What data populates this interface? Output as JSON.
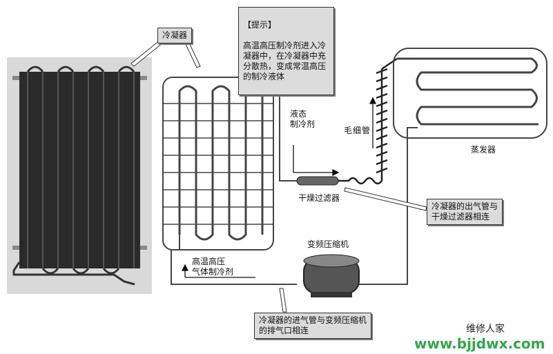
{
  "labels": {
    "condenser_photo_tag": "冷凝器",
    "hint_title": "【提示】",
    "hint_body": "高温高压制冷剂进入冷\n凝器中，在冷凝器中充\n分散热，变成常温高压\n的制冷液体",
    "liquid_refrigerant": "液态\n制冷剂",
    "capillary": "毛细管",
    "evaporator": "蒸发器",
    "filter_drier": "干燥过滤器",
    "callout_outlet": "冷凝器的出气管与\n干燥过滤器相连",
    "compressor": "变频压缩机",
    "hot_gas": "高温高压\n气体制冷剂",
    "callout_inlet": "冷凝器的进气管与变频压缩机\n的排气口相连"
  },
  "watermark": {
    "brand": "维修人家",
    "site": "www.bjjdwx.com"
  },
  "colors": {
    "pipe": "#444444",
    "photo_bg": "#d9d9d9",
    "callout_bg": "#dcdcdc",
    "site_green": "#2fa84a"
  }
}
